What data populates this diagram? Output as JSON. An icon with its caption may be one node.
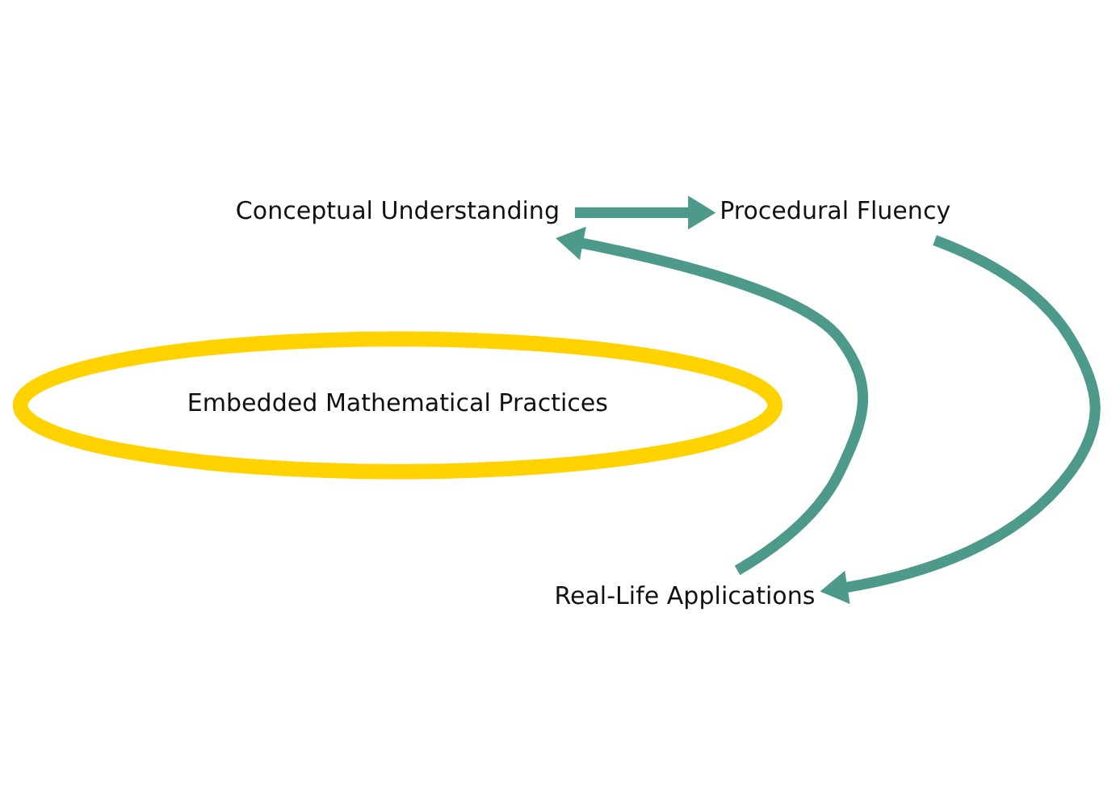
{
  "diagram": {
    "nodes": [
      {
        "text": [
          "Conceptual Understanding"
        ]
      },
      {
        "text": [
          "Procedural Fluency"
        ]
      },
      {
        "text": [
          "Real-Life Applications"
        ]
      },
      {
        "text": [
          "Embedded Mathematical Practices"
        ]
      }
    ],
    "edges": [
      {
        "from": 0,
        "to": 1,
        "arrow": "to"
      },
      {
        "from": 1,
        "to": 2,
        "arrow": "to"
      },
      {
        "from": 2,
        "to": 0,
        "arrow": "to"
      }
    ]
  }
}
